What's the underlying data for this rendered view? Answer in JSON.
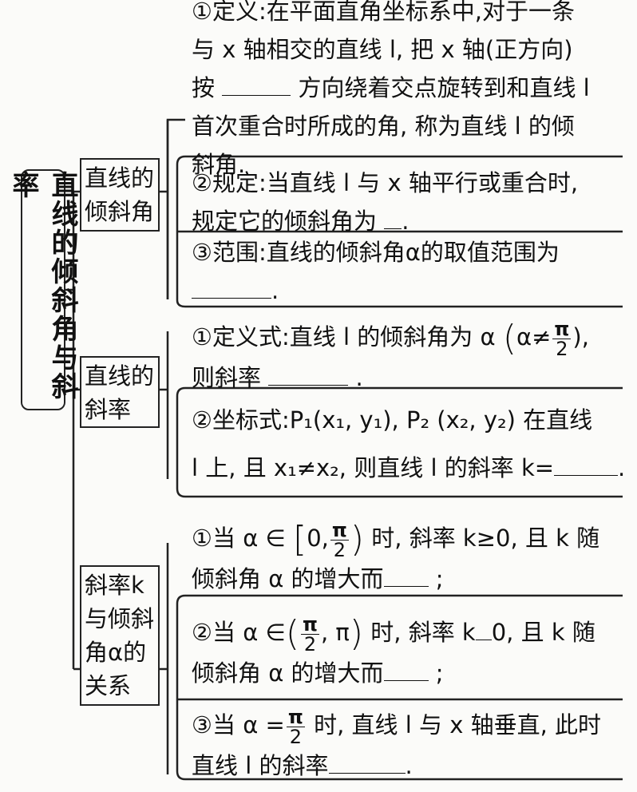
{
  "title": "直线的倾斜角与斜率",
  "categories": {
    "angle": "直线的倾斜角",
    "slope": "直线的斜率",
    "relation": "斜率k与倾斜角α的关系"
  },
  "angle": {
    "definition": {
      "line1": "①定义:在平面直角坐标系中,对于一条",
      "line2": "与 x 轴相交的直线 l, 把 x 轴(正方向)",
      "line3_a": "按",
      "line3_b": "方向绕着交点旋转到和直线 l",
      "line4": "首次重合时所成的角, 称为直线 l 的倾",
      "line5": "斜角."
    },
    "rule": {
      "line1": "②规定:当直线 l 与 x 轴平行或重合时,",
      "line2_a": "规定它的倾斜角为",
      "line2_b": "."
    },
    "range": {
      "line1": "③范围:直线的倾斜角α的取值范围为",
      "line2": "."
    }
  },
  "slope": {
    "definition": {
      "line1_a": "①定义式:直线 l 的倾斜角为 α",
      "line1_b": "α≠",
      "line1_c": "),",
      "line2_a": "则斜率",
      "line2_b": "."
    },
    "coordinate": {
      "line1": "②坐标式:P₁(x₁, y₁), P₂ (x₂, y₂) 在直线",
      "line2": "l 上, 且 x₁≠x₂, 则直线 l 的斜率 k=",
      "line2_end": "."
    }
  },
  "relation": {
    "case1": {
      "line1_a": "①当 α ∈",
      "line1_b": "0,",
      "line1_c": "时, 斜率 k≥0, 且 k 随",
      "line2_a": "倾斜角 α 的增大而",
      "line2_b": ";"
    },
    "case2": {
      "line1_a": "②当 α ∈",
      "line1_b": ", π",
      "line1_c": "时, 斜率 k",
      "line1_d": "0, 且 k 随",
      "line2_a": "倾斜角 α 的增大而",
      "line2_b": ";"
    },
    "case3": {
      "line1_a": "③当 α =",
      "line1_b": "时, 直线 l 与 x 轴垂直, 此时",
      "line2_a": "直线 l 的斜率",
      "line2_b": "."
    }
  },
  "math": {
    "pi": "π",
    "two": "2"
  }
}
